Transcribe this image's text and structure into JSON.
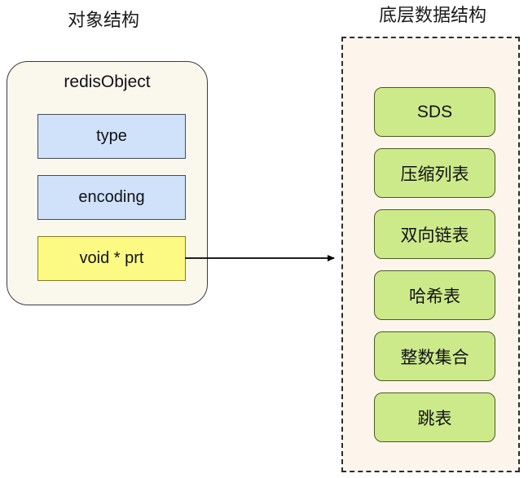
{
  "diagram": {
    "left_section": {
      "title": "对象结构",
      "card": {
        "title": "redisObject",
        "fields": [
          {
            "label": "type",
            "color": "#cfe2fa"
          },
          {
            "label": "encoding",
            "color": "#cfe2fa"
          },
          {
            "label": "void * prt",
            "color": "#fcfa83"
          }
        ]
      }
    },
    "connector": {
      "kind": "arrow",
      "direction": "left-to-right",
      "from": "void * prt",
      "to": "底层数据结构",
      "color": "#000000"
    },
    "right_section": {
      "title": "底层数据结构",
      "panel_style": "dashed",
      "items": [
        {
          "label": "SDS"
        },
        {
          "label": "压缩列表"
        },
        {
          "label": "双向链表"
        },
        {
          "label": "哈希表"
        },
        {
          "label": "整数集合"
        },
        {
          "label": "跳表"
        }
      ]
    },
    "colors": {
      "card_bg": "#faf7ec",
      "card_border": "#3b3b45",
      "field_blue": "#cfe2fa",
      "field_yellow": "#fcfa83",
      "panel_bg": "#fdf5ec",
      "panel_border": "#2d2d2d",
      "item_green": "#cdea8a",
      "item_border": "#4d5a20",
      "background": "#ffffff"
    }
  }
}
